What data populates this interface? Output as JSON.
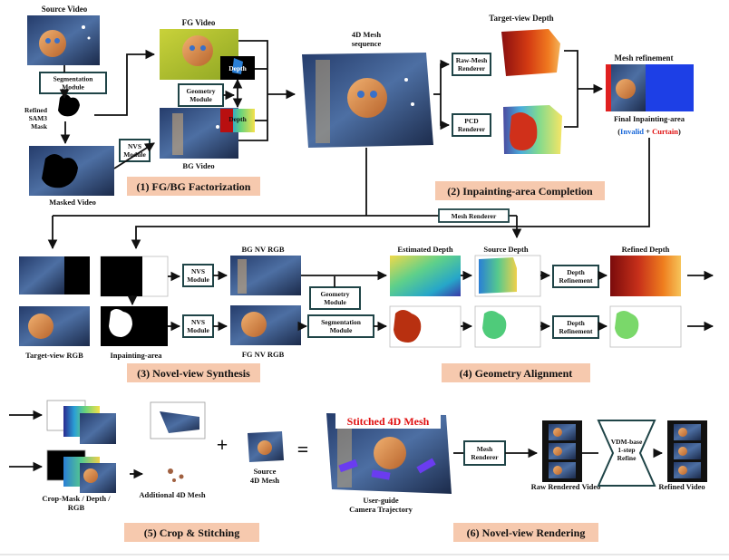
{
  "top": {
    "source_video": "Source Video",
    "segmentation_module": [
      "Segmentation",
      "Module"
    ],
    "refined_mask": [
      "Refined",
      "SAM3",
      "Mask"
    ],
    "nvs_module": [
      "NVS",
      "Module"
    ],
    "masked_video": "Masked Video",
    "fg_video": "FG Video",
    "depth": "Depth",
    "geometry_module": [
      "Geometry",
      "Module"
    ],
    "bg_video": "BG Video",
    "stage1": "(1) FG/BG Factorization",
    "mesh_seq": [
      "4D Mesh",
      "sequence"
    ],
    "target_view_depth": "Target-view Depth",
    "raw_mesh_renderer": [
      "Raw-Mesh",
      "Renderer"
    ],
    "pcd_renderer": [
      "PCD",
      "Renderer"
    ],
    "mesh_refinement": "Mesh refinement",
    "final_area": "Final Inpainting-area",
    "invalid": "Invalid",
    "plus": "+",
    "curtain": "Curtain",
    "stage2": "(2) Inpainting-area Completion",
    "mesh_renderer_bar": "Mesh Renderer"
  },
  "middle": {
    "target_view_rgb": "Target-view RGB",
    "inpainting_area": "Inpainting-area",
    "nvs_module": [
      "NVS",
      "Module"
    ],
    "bg_nv_rgb": "BG NV RGB",
    "fg_nv_rgb": "FG NV RGB",
    "geometry_module": [
      "Geometry",
      "Module"
    ],
    "segmentation_module": [
      "Segmentation",
      "Module"
    ],
    "estimated_depth": "Estimated Depth",
    "source_depth": "Source Depth",
    "depth_refinement": [
      "Depth",
      "Refinement"
    ],
    "refined_depth": "Refined Depth",
    "stage3": "(3) Novel-view Synthesis",
    "stage4": "(4) Geometry Alignment"
  },
  "bottom": {
    "crop_mask": [
      "Crop-Mask / Depth /",
      "RGB"
    ],
    "additional_mesh": "Additional 4D Mesh",
    "plus": "+",
    "source_mesh": [
      "Source",
      "4D Mesh"
    ],
    "equals": "=",
    "stitched": "Stitched 4D Mesh",
    "camera_traj": [
      "User-guide",
      "Camera Trajectory"
    ],
    "mesh_renderer": [
      "Mesh",
      "Renderer"
    ],
    "raw_rendered": "Raw Rendered Video",
    "vdm": [
      "VDM-base",
      "1-step",
      "Refine"
    ],
    "refined_video": "Refined Video",
    "stage5": "(5) Crop & Stitching",
    "stage6": "(6) Novel-view Rendering"
  },
  "colors": {
    "stage_bg": "#f6c9ae",
    "box_border": "#1f4447",
    "invalid": "#1565d8",
    "curtain": "#e01010",
    "stitched": "#e01010"
  }
}
